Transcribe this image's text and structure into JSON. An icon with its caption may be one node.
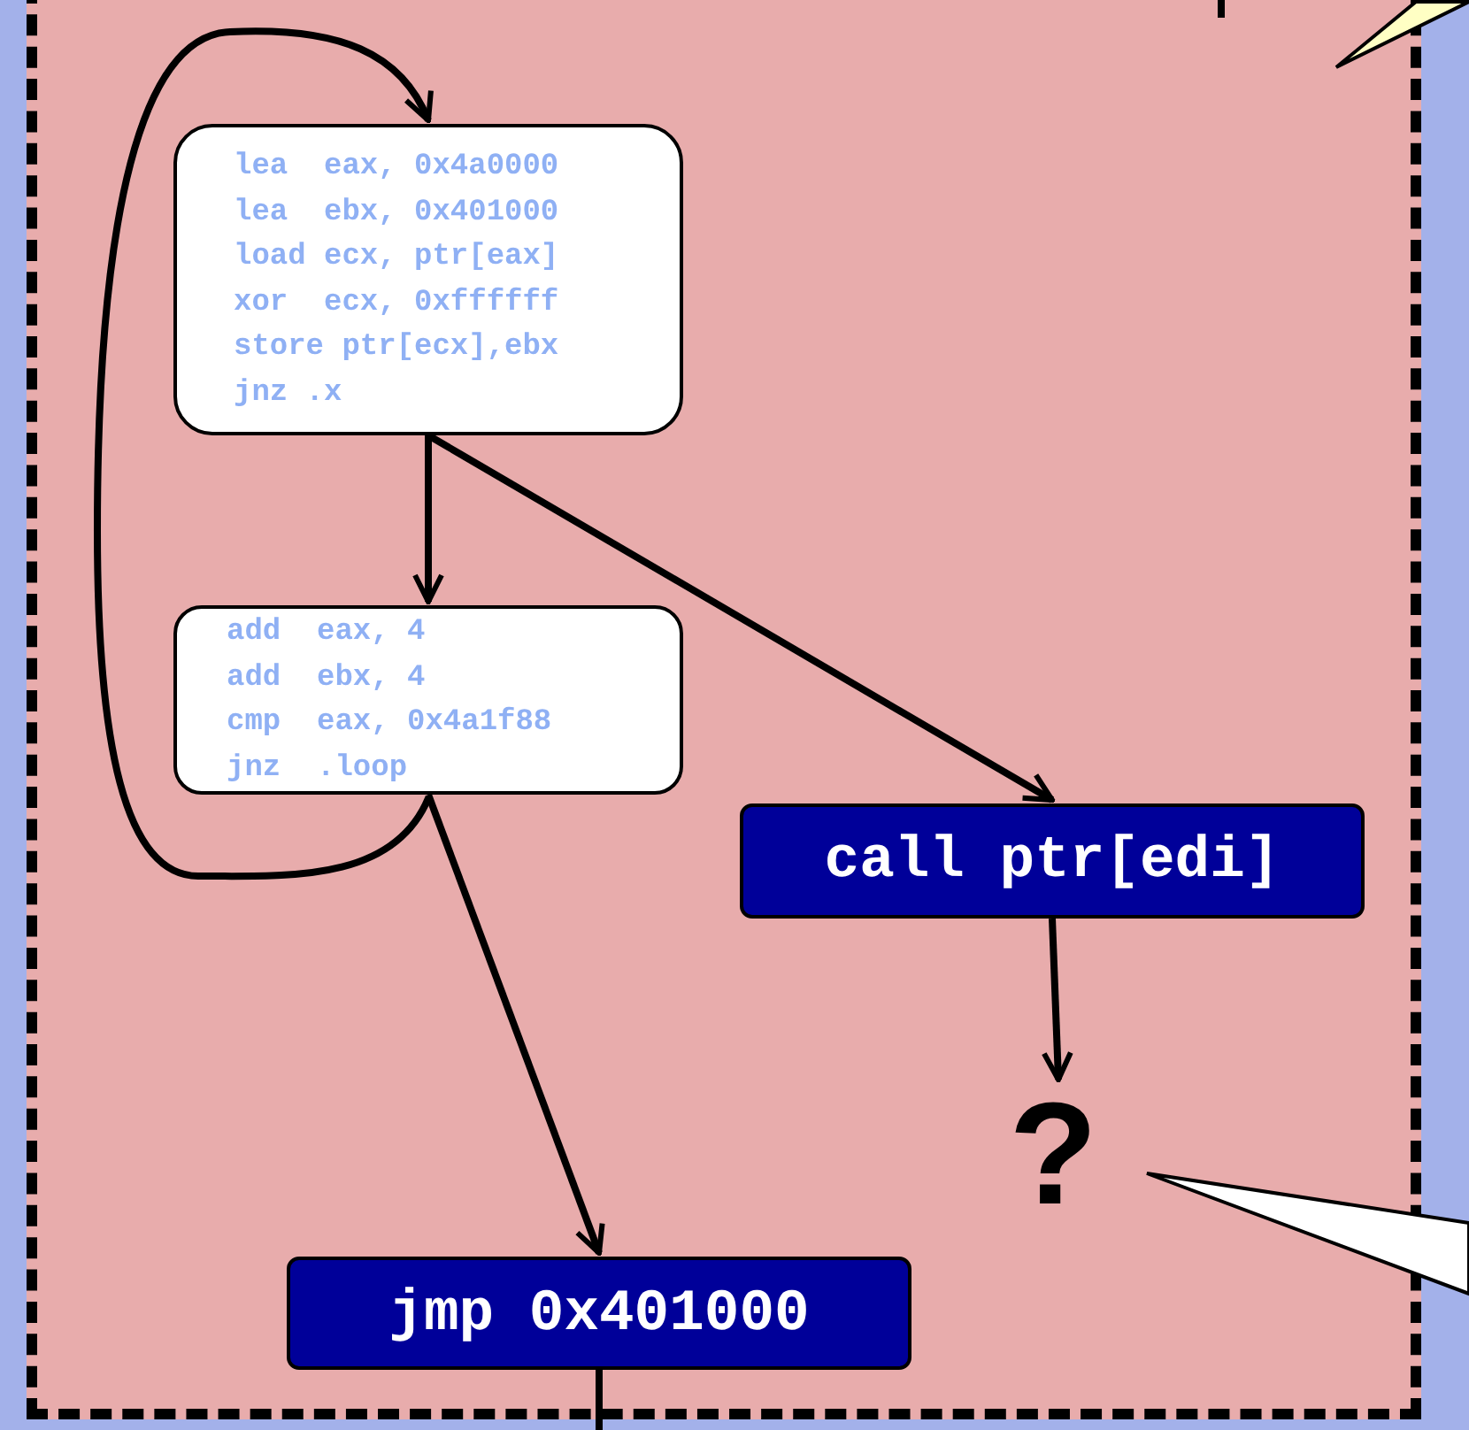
{
  "diagram": {
    "nodes": [
      {
        "text": [
          "lea  eax, 0x4a0000",
          "lea  ebx, 0x401000",
          "load ecx, ptr[eax]",
          "xor  ecx, 0xffffff",
          "store ptr[ecx],ebx",
          "jnz .x"
        ]
      },
      {
        "text": [
          "add  eax, 4",
          "add  ebx, 4",
          "cmp  eax, 0x4a1f88",
          "jnz  .loop"
        ]
      },
      {
        "text": [
          "call ptr[edi]"
        ]
      },
      {
        "text": [
          "?"
        ]
      },
      {
        "text": [
          "jmp 0x401000"
        ]
      },
      {
        "text": [],
        "shape": "triangle"
      },
      {
        "text": [],
        "shape": "triangle"
      }
    ],
    "edges": [
      {
        "from": 1,
        "to": 0,
        "arrow": "to"
      },
      {
        "from": 0,
        "to": 1,
        "arrow": "to"
      },
      {
        "from": 0,
        "to": 2,
        "arrow": "to"
      },
      {
        "from": 2,
        "to": 3,
        "arrow": "to"
      },
      {
        "from": 1,
        "to": 4,
        "arrow": "to"
      },
      {
        "from": 4,
        "to": null,
        "arrow": "none"
      }
    ]
  }
}
